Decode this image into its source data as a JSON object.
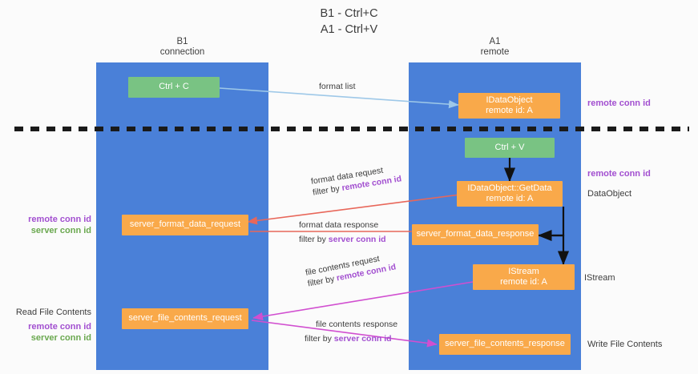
{
  "title": {
    "line1": "B1 - Ctrl+C",
    "line2": "A1 - Ctrl+V"
  },
  "lanes": [
    {
      "id": "b1",
      "name": "B1",
      "role": "connection",
      "color": "#4a80d8"
    },
    {
      "id": "a1",
      "name": "A1",
      "role": "remote",
      "color": "#4a80d8"
    }
  ],
  "colors": {
    "lane": "#4a80d8",
    "node_orange": "#f9a94a",
    "node_green": "#79c383",
    "remote_conn_id": "#a24fd0",
    "server_conn_id": "#6aa84f",
    "arrow_blue": "#9ec8e8",
    "arrow_red": "#e8675a",
    "arrow_magenta": "#d14fd0",
    "arrow_black": "#111111",
    "divider": "#1a1a1a",
    "text": "#3c3c3c"
  },
  "nodes": {
    "ctrl_c": {
      "label": "Ctrl + C"
    },
    "idataobject": {
      "line1": "IDataObject",
      "line2": "remote id: A"
    },
    "ctrl_v": {
      "label": "Ctrl + V"
    },
    "getdata": {
      "line1": "IDataObject::GetData",
      "line2": "remote id: A"
    },
    "server_format_data_request": {
      "label": "server_format_data_request"
    },
    "server_format_data_response": {
      "label": "server_format_data_response"
    },
    "istream": {
      "line1": "IStream",
      "line2": "remote id: A"
    },
    "server_file_contents_request": {
      "label": "server_file_contents_request"
    },
    "server_file_contents_response": {
      "label": "server_file_contents_response"
    }
  },
  "side_labels": {
    "right_remote_conn_id_top": "remote conn id",
    "right_remote_conn_id_mid": "remote conn id",
    "right_dataobject": "DataObject",
    "right_istream": "IStream",
    "right_write_file_contents": "Write File Contents",
    "left_remote_conn_id_1": "remote conn id",
    "left_server_conn_id_1": "server conn id",
    "left_read_file_contents": "Read File Contents",
    "left_remote_conn_id_2": "remote conn id",
    "left_server_conn_id_2": "server conn id"
  },
  "edge_labels": {
    "format_list": "format list",
    "format_data_request": "format data request",
    "format_data_request_filter_prefix": "filter by ",
    "format_data_request_filter_value": "remote conn id",
    "format_data_response": "format data response",
    "format_data_response_filter_prefix": "filter by ",
    "format_data_response_filter_value": "server conn id",
    "file_contents_request": "file contents request",
    "file_contents_request_filter_prefix": "filter by ",
    "file_contents_request_filter_value": "remote conn id",
    "file_contents_response": "file contents response",
    "file_contents_response_filter_prefix": "filter by ",
    "file_contents_response_filter_value": "server conn id"
  }
}
